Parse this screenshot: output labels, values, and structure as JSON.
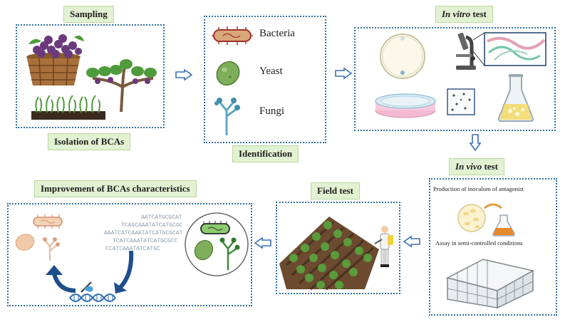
{
  "labels": {
    "sampling": "Sampling",
    "isolation": "Isolation of BCAs",
    "identification": "Identification",
    "in_vitro_em": "In vitro",
    "in_vitro_rest": " test",
    "in_vivo_em": "In vivo",
    "in_vivo_rest": " test",
    "field_test": "Field test",
    "improvement": "Improvement of BCAs characteristics"
  },
  "identification_items": [
    "Bacteria",
    "Yeast",
    "Fungi"
  ],
  "in_vivo_text": {
    "production": "Production of inoculum of antagonist",
    "assay": "Assay in semi-controlled conditions"
  },
  "dna_sequence": [
    "AATCATGCGCAT",
    "TCAGCAAATATCATGCGC",
    "AAATCATCAAATATCATGCGCAT",
    "TCATCAAATATCATGCGCC",
    "CCATCAAATATCATGC"
  ],
  "colors": {
    "box_border": "#2f6fa7",
    "label_bg": "#e3f1d3",
    "arrow": "#3a6fb3",
    "dark_arrow": "#1f4e8c"
  },
  "icons": [
    "grape-basket-icon",
    "grapevine-icon",
    "seedlings-icon",
    "bacteria-icon",
    "yeast-icon",
    "fungi-icon",
    "petri-dish-icon",
    "microscope-icon",
    "flask-icon",
    "greenhouse-icon",
    "vineyard-icon",
    "sprayer-person-icon",
    "dna-icon",
    "gene-editing-icon"
  ]
}
